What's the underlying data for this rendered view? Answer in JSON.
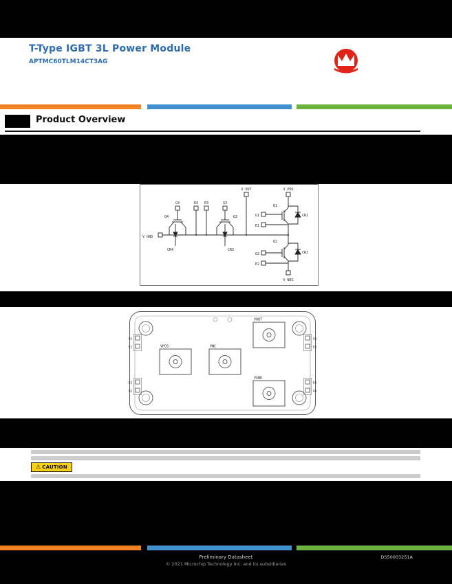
{
  "header": {
    "title": "T-Type IGBT 3L Power Module",
    "part_number": "APTMC60TLM14CT3AG"
  },
  "section": {
    "heading": "Product Overview"
  },
  "schematic": {
    "v_out": "V OUT",
    "v_pos": "V POS",
    "v_gnd": "V GND",
    "v_neg": "V NEG",
    "g4": "G4",
    "e4": "E4",
    "e3": "E3",
    "g3": "G3",
    "q4": "Q4",
    "q3": "Q3",
    "q1": "Q1",
    "q2": "Q2",
    "cr4": "CR4",
    "cr3": "CR3",
    "cr1": "CR1",
    "cr2": "CR2",
    "g1": "G1",
    "e1": "E1",
    "g2": "G2",
    "e2": "E2"
  },
  "module": {
    "vpos": "VPOS",
    "vnc": "VNC",
    "vout": "VOUT",
    "vgnd": "VGND",
    "left_pins": [
      "G1",
      "E1",
      "E2",
      "G2"
    ],
    "right_pins": [
      "G3",
      "E3",
      "E4",
      "G4"
    ]
  },
  "caution": {
    "icon": "⚠",
    "label": "CAUTION"
  },
  "footer": {
    "line1": "Preliminary Datasheet",
    "line2": "© 2021 Microchip Technology Inc. and its subsidiaries",
    "doc_number": "DS50003251A"
  },
  "colors": {
    "accent_orange": "#F58220",
    "accent_blue": "#4191CF",
    "accent_green": "#6CB33F",
    "title_blue": "#2E6DB4",
    "caution_yellow": "#F7D117",
    "logo_red": "#E2231A"
  }
}
